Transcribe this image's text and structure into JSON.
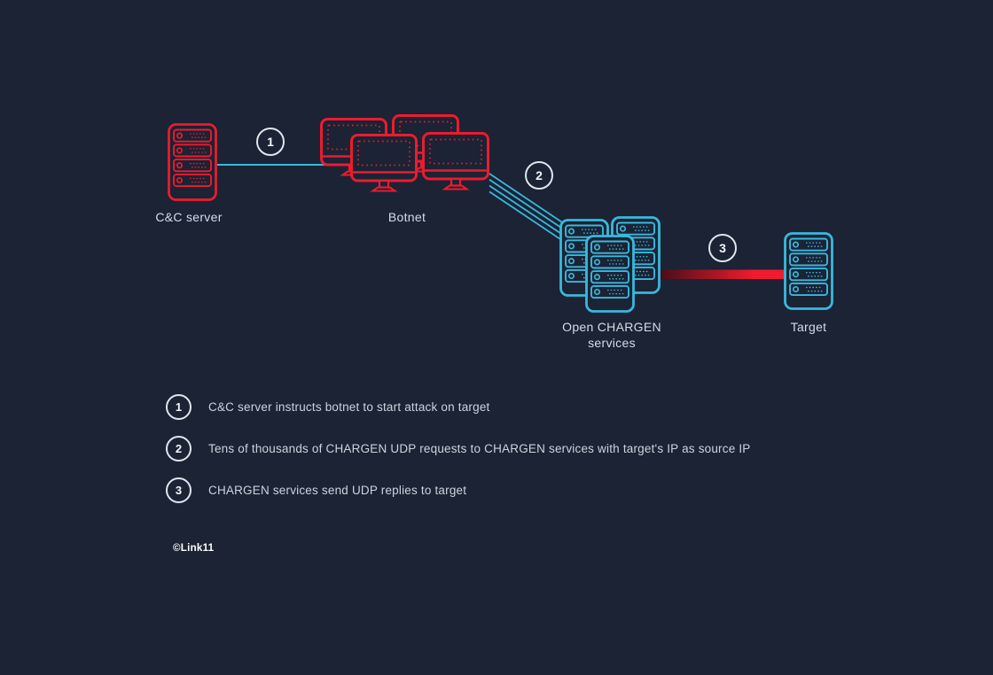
{
  "diagram": {
    "nodes": {
      "cnc": {
        "label": "C&C server"
      },
      "botnet": {
        "label": "Botnet"
      },
      "chargen": {
        "label_line1": "Open CHARGEN",
        "label_line2": "services"
      },
      "target": {
        "label": "Target"
      }
    },
    "steps": {
      "s1": "1",
      "s2": "2",
      "s3": "3"
    }
  },
  "legend": {
    "items": [
      {
        "number": "1",
        "text": "C&C server instructs botnet to start attack on target"
      },
      {
        "number": "2",
        "text": "Tens of thousands of CHARGEN UDP requests to CHARGEN services with target's IP as source IP"
      },
      {
        "number": "3",
        "text": "CHARGEN services send UDP replies to target"
      }
    ]
  },
  "footer": {
    "copyright": "©Link11"
  },
  "icons": {
    "server": "server-rack-icon",
    "monitor": "desktop-monitor-icon"
  },
  "colors": {
    "background": "#1b2335",
    "red": "#ec1b2e",
    "cyan": "#38b9dd",
    "label_text": "#d5dde5",
    "legend_text": "#ccd4dd",
    "circle_border": "#dfe6ed",
    "red_bar_start": "#3a0d18",
    "red_bar_end": "#f01b2e"
  }
}
